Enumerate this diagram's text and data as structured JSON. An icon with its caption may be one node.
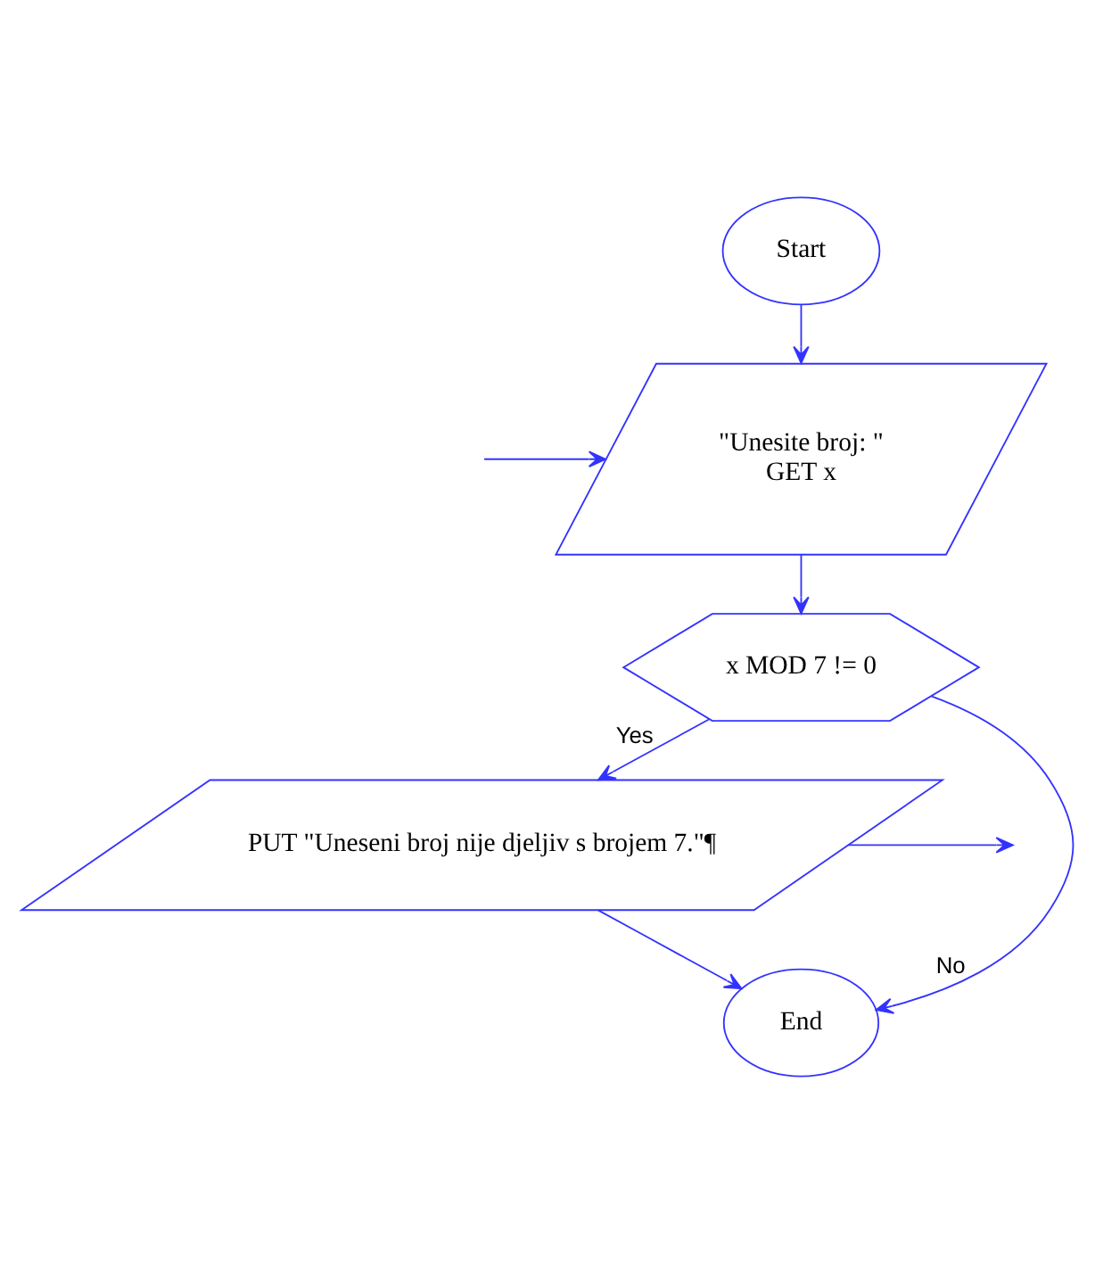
{
  "diagram": {
    "nodes": [
      {
        "text": [
          "Start"
        ]
      },
      {
        "text": [
          "\"Unesite broj: \"",
          "GET x"
        ]
      },
      {
        "text": [
          "x MOD 7 != 0"
        ]
      },
      {
        "text": [
          "PUT \"Uneseni broj nije djeljiv s brojem 7.\"¶"
        ]
      },
      {
        "text": [
          "End"
        ]
      }
    ],
    "edges": [
      {
        "from": 0,
        "to": 1,
        "arrow": "to"
      },
      {
        "from": null,
        "to": 1,
        "arrow": "to"
      },
      {
        "from": 1,
        "to": 2,
        "arrow": "to"
      },
      {
        "from": 2,
        "to": 3,
        "arrow": "to",
        "label": "Yes"
      },
      {
        "from": 3,
        "to": null,
        "arrow": "to"
      },
      {
        "from": 3,
        "to": 4,
        "arrow": "to"
      },
      {
        "from": 2,
        "to": 4,
        "arrow": "to",
        "label": "No"
      }
    ]
  }
}
